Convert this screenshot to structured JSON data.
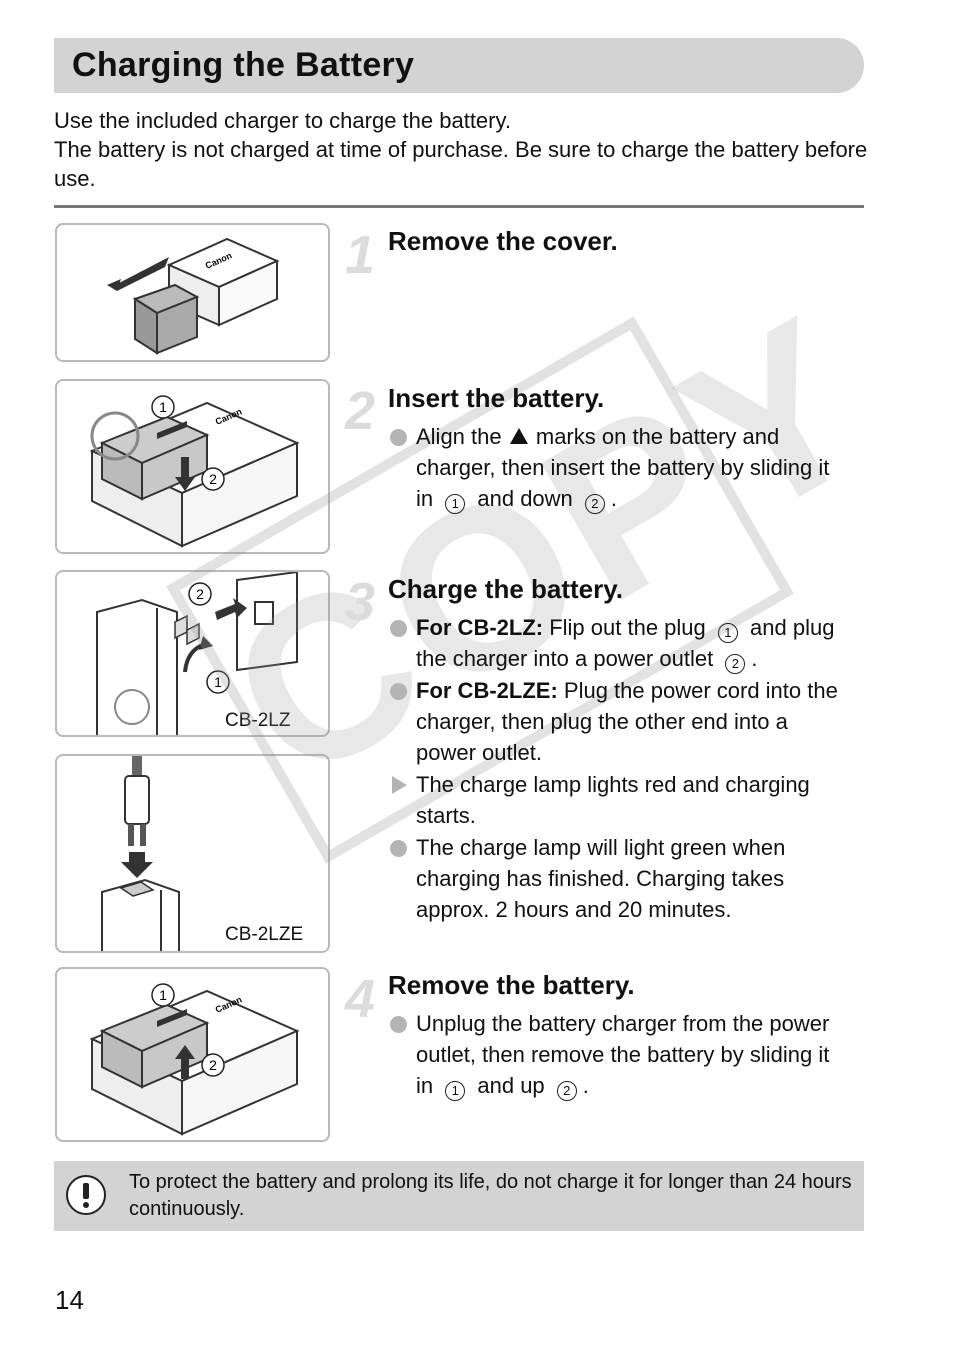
{
  "title": "Charging the Battery",
  "intro": {
    "line1": "Use the included charger to charge the battery.",
    "line2": "The battery is not charged at time of purchase. Be sure to charge the battery before use."
  },
  "watermark": "COPY",
  "steps": [
    {
      "number": "1",
      "title": "Remove the cover."
    },
    {
      "number": "2",
      "title": "Insert the battery.",
      "items": [
        {
          "t1": "Align the",
          "t2": "marks on the battery and charger, then insert the battery by sliding it in",
          "c1": "1",
          "t3": "and down",
          "c2": "2",
          "t4": "."
        }
      ]
    },
    {
      "number": "3",
      "title": "Charge the battery.",
      "items": [
        {
          "bold": "For CB-2LZ:",
          "t1": "Flip out the plug",
          "c1": "1",
          "t2": "and plug the charger into a power outlet",
          "c2": "2",
          "t3": "."
        },
        {
          "bold": "For CB-2LZE:",
          "t1": "Plug the power cord into the charger, then plug the other end into a power outlet."
        },
        {
          "t1": "The charge lamp lights red and charging starts."
        },
        {
          "t1": "The charge lamp will light green when charging has finished. Charging takes approx. 2 hours and 20 minutes."
        }
      ]
    },
    {
      "number": "4",
      "title": "Remove the battery.",
      "items": [
        {
          "t1": "Unplug the battery charger from the power outlet, then remove the battery by sliding it in",
          "c1": "1",
          "t2": "and up",
          "c2": "2",
          "t3": "."
        }
      ]
    }
  ],
  "figures": {
    "brand": "Canon",
    "fig2_markers": [
      "1",
      "2"
    ],
    "fig3_markers": [
      "2",
      "1"
    ],
    "fig3_label": "CB-2LZ",
    "fig4_label": "CB-2LZE",
    "fig5_markers": [
      "1",
      "2"
    ]
  },
  "caution": "To protect the battery and prolong its life, do not charge it for longer than 24 hours continuously.",
  "page_number": "14"
}
